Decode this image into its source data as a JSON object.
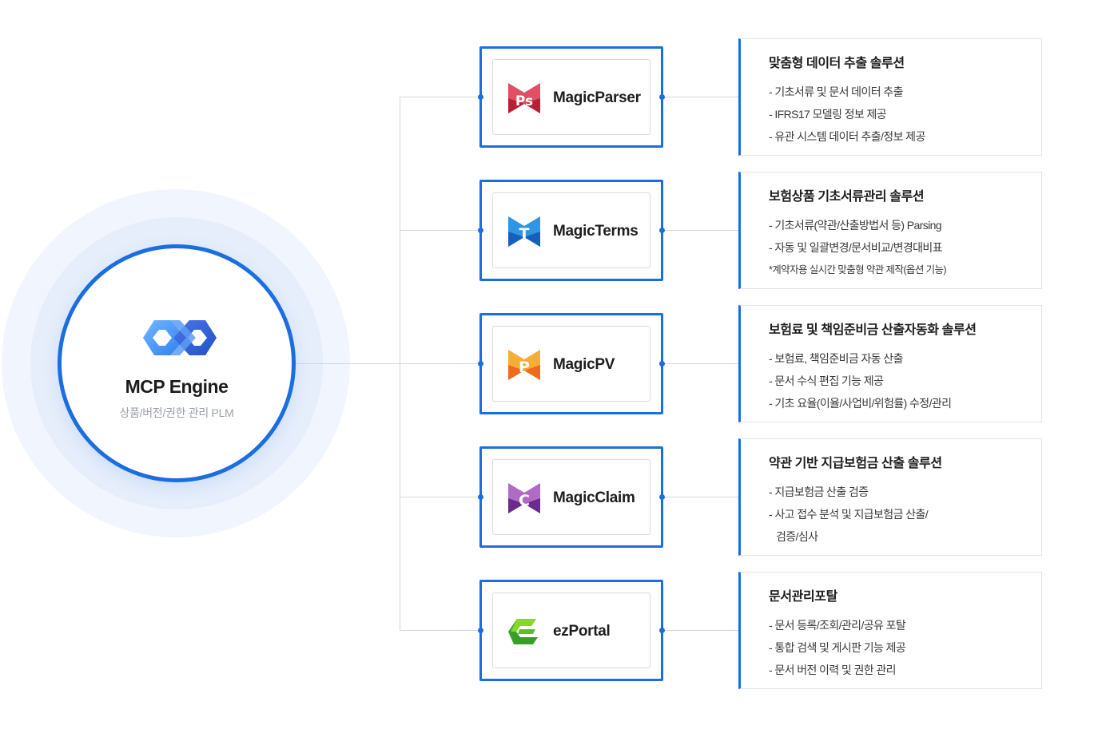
{
  "engine": {
    "title": "MCP Engine",
    "subtitle": "상품/버전/권한 관리 PLM",
    "logo": "infinity-loop-icon"
  },
  "colors": {
    "accent": "#1a6ee0",
    "line": "#d3d7dd",
    "halo_outer": "#f1f5fd",
    "halo_inner": "#e6eefb"
  },
  "products": [
    {
      "name": "MagicParser",
      "icon": "magicparser-icon",
      "letter": "Ps",
      "color_top": "#ea5a6e",
      "color_bottom": "#c3223a"
    },
    {
      "name": "MagicTerms",
      "icon": "magicterms-icon",
      "letter": "T",
      "color_top": "#3aa3ea",
      "color_bottom": "#1565c0"
    },
    {
      "name": "MagicPV",
      "icon": "magicpv-icon",
      "letter": "P",
      "color_top": "#f7b33a",
      "color_bottom": "#ef6c1a"
    },
    {
      "name": "MagicClaim",
      "icon": "magicclaim-icon",
      "letter": "C",
      "color_top": "#b46ec8",
      "color_bottom": "#6a2a8c"
    },
    {
      "name": "ezPortal",
      "icon": "ezportal-icon",
      "letter": "",
      "color_top": "#7ed321",
      "color_bottom": "#2e9a1e"
    }
  ],
  "details": [
    {
      "title": "맞춤형 데이터 추출 솔루션",
      "lines": [
        "- 기초서류 및 문서 데이터 추출",
        "- IFRS17 모델링 정보 제공",
        "- 유관 시스템 데이터 추출/정보 제공"
      ]
    },
    {
      "title": "보험상품 기초서류관리 솔루션",
      "lines": [
        "- 기초서류(약관/산출방법서 등) Parsing",
        "- 자동 및 일괄변경/문서비교/변경대비표",
        "*계약자용 실시간 맞춤형 약관 제작(옵션 기능)"
      ]
    },
    {
      "title": "보험료 및 책임준비금 산출자동화 솔루션",
      "lines": [
        "- 보험료, 책임준비금 자동 산출",
        "- 문서 수식 편집 기능 제공",
        "- 기초 요율(이율/사업비/위험률) 수정/관리"
      ]
    },
    {
      "title": "약관 기반 지급보험금 산출 솔루션",
      "lines": [
        "- 지급보험금 산출 검증",
        "- 사고 접수 분석 및 지급보험금 산출/",
        "검증/심사"
      ]
    },
    {
      "title": "문서관리포탈",
      "lines": [
        "- 문서 등록/조회/관리/공유 포탈",
        "- 통합 검색 및 게시판 기능 제공",
        "- 문서 버전 이력 및 권한 관리"
      ]
    }
  ]
}
